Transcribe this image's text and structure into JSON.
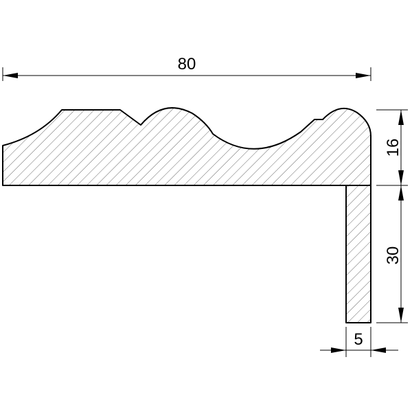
{
  "diagram": {
    "dimensions": {
      "width_total": "80",
      "profile_height": "16",
      "leg_height": "30",
      "leg_thickness": "5"
    },
    "colors": {
      "stroke": "#000000",
      "hatch": "#6b6b6b",
      "background": "#ffffff"
    }
  }
}
